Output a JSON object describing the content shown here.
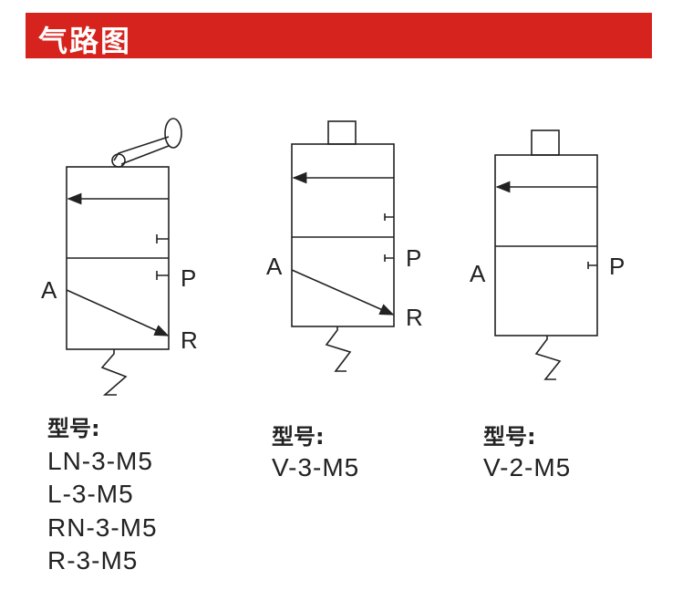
{
  "header": {
    "title": "气路图",
    "color": "#d7231d"
  },
  "diagrams": [
    {
      "ports": {
        "a": "A",
        "p": "P",
        "r": "R"
      },
      "model_heading": "型号:",
      "models": [
        "LN-3-M5",
        "L-3-M5",
        "RN-3-M5",
        "R-3-M5"
      ]
    },
    {
      "ports": {
        "a": "A",
        "p": "P",
        "r": "R"
      },
      "model_heading": "型号:",
      "models": [
        "V-3-M5"
      ]
    },
    {
      "ports": {
        "a": "A",
        "p": "P"
      },
      "model_heading": "型号:",
      "models": [
        "V-2-M5"
      ]
    }
  ]
}
